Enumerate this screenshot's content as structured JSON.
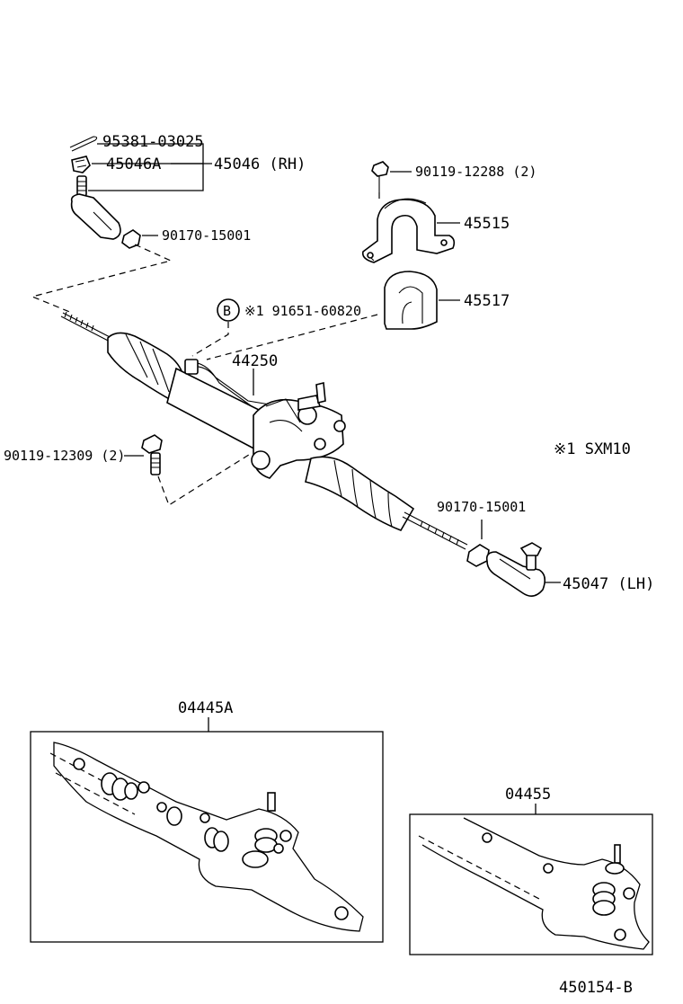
{
  "labels": {
    "cotter_pin": "95381-03025",
    "nut": "45046A",
    "tie_rod_end_rh": "45046 (RH)",
    "bolt_upper": "90119-12288 (2)",
    "bracket": "45515",
    "grommet_upper": "45517",
    "nut_rh": "90170-15001",
    "note_ref": "※1 91651-60820",
    "gear_assembly": "44250",
    "bolt_lower": "90119-12309 (2)",
    "note_sxm": "※1 SXM10",
    "nut_lh": "90170-15001",
    "tie_rod_end_lh": "45047 (LH)",
    "kit_a": "04445A",
    "kit_b": "04455",
    "diagram_number": "450154-B"
  },
  "callout_letter": "B"
}
